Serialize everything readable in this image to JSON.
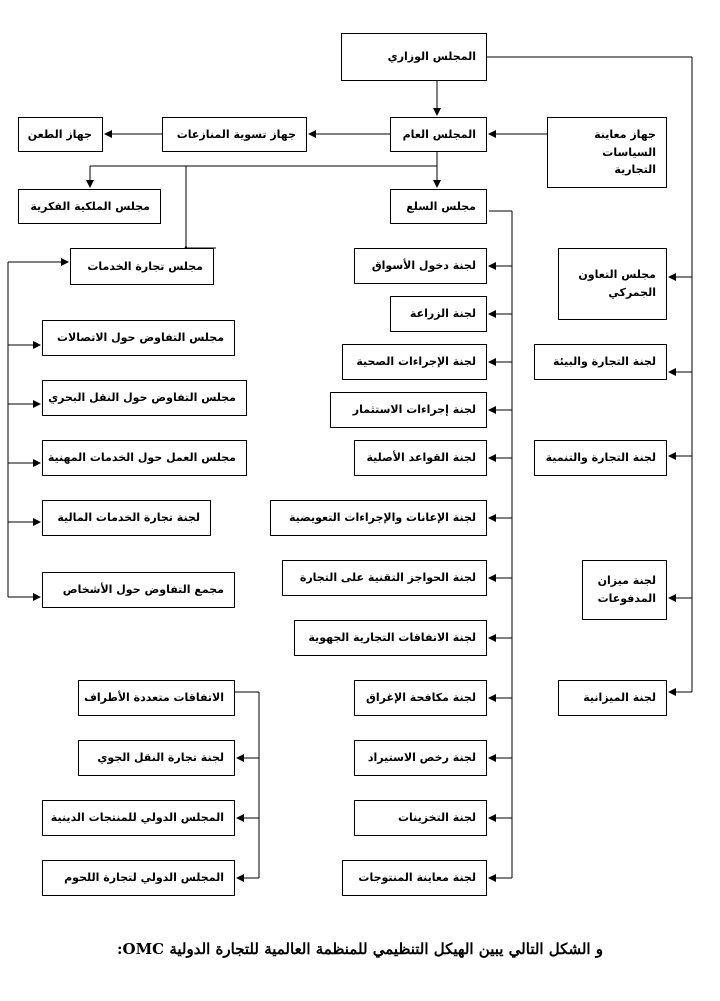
{
  "nodes": {
    "ministerial": "المجلس الوزاري",
    "general": "المجلس العام",
    "tprm": "جهاز معاينة السياسات التجارية",
    "dsb": "جهاز تسوية المنازعات",
    "appellate": "جهاز الطعن",
    "goods": "مجلس السلع",
    "trips": "مجلس الملكية الفكرية",
    "services": "مجلس تجارة الخدمات",
    "telecom": "مجلس التفاوض حول الاتصالات",
    "maritime": "مجلس التفاوض حول النقل البحري",
    "professional": "مجلس العمل حول الخدمات المهنية",
    "financial": "لجنة تجارة الخدمات المالية",
    "persons": "مجمع التفاوض حول الأشخاص",
    "plurilateral": "الاتفاقات متعددة الأطراف",
    "civil_aircraft": "لجنة تجارة النقل الجوي",
    "dairy": "المجلس الدولي للمنتجات الدينية",
    "bovine": "المجلس الدولي لتجارة اللحوم",
    "market_access": "لجنة دخول الأسواق",
    "agriculture": "لجنة الزراعة",
    "sps": "لجنة الإجراءات الصحية",
    "trims": "لجنة إجراءات الاستثمار",
    "rules_origin": "لجنة القواعد الأصلية",
    "subsidies": "لجنة الإعانات والإجراءات التعويضية",
    "tbt": "لجنة الحواجز التقنية على التجارة",
    "rta": "لجنة الاتفاقات التجارية الجهوية",
    "antidumping": "لجنة مكافحة الإغراق",
    "import_licensing": "لجنة رخص الاستيراد",
    "safeguards": "لجنة التخزينات",
    "psi": "لجنة معاينة المنتوجات",
    "customs": "مجلس التعاون الجمركي",
    "environment": "لجنة التجارة والبيئة",
    "development": "لجنة التجارة والتنمية",
    "bop": "لجنة ميزان المدفوعات",
    "budget": "لجنة الميزانية"
  },
  "caption": "و الشكل التالي يبين الهيكل التنظيمي للمنظمة العالمية للتجارة الدولية OMC:"
}
